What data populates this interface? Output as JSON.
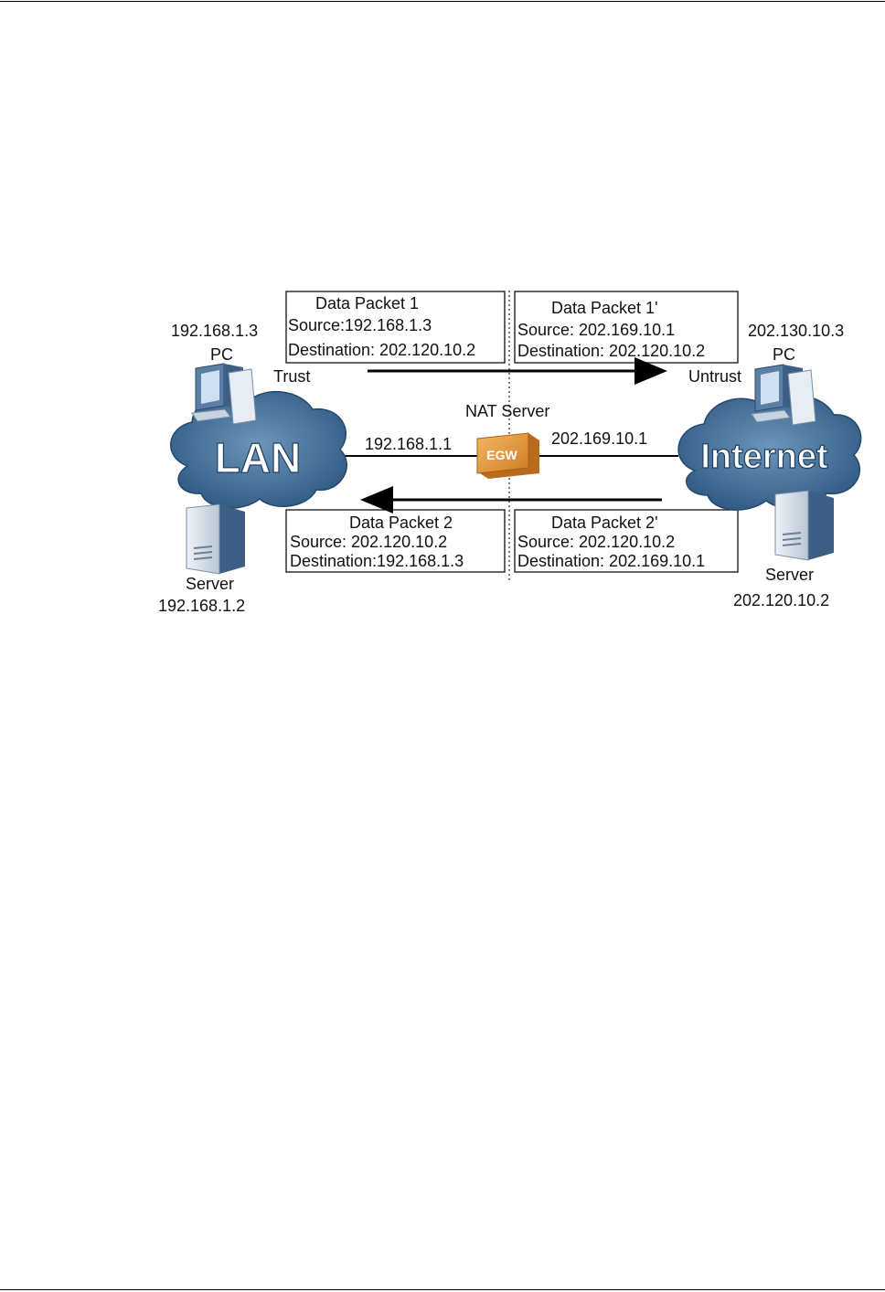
{
  "diagram": {
    "packets": {
      "p1": {
        "title": "Data Packet 1",
        "source": "Source:192.168.1.3",
        "destination": "Destination: 202.120.10.2"
      },
      "p1b": {
        "title": "Data Packet 1'",
        "source": "Source: 202.169.10.1",
        "destination": "Destination: 202.120.10.2"
      },
      "p2": {
        "title": "Data Packet 2",
        "source": "Source: 202.120.10.2",
        "destination": "Destination:192.168.1.3"
      },
      "p2b": {
        "title": "Data Packet 2'",
        "source": "Source: 202.120.10.2",
        "destination": "Destination: 202.169.10.1"
      }
    },
    "lan": {
      "cloud_label": "LAN",
      "pc_ip": "192.168.1.3",
      "pc_label": "PC",
      "server_label": "Server",
      "server_ip": "192.168.1.2",
      "zone": "Trust",
      "interface_ip": "192.168.1.1"
    },
    "internet": {
      "cloud_label": "Internet",
      "pc_ip": "202.130.10.3",
      "pc_label": "PC",
      "server_label": "Server",
      "server_ip": "202.120.10.2",
      "zone": "Untrust",
      "interface_ip": "202.169.10.1"
    },
    "gateway": {
      "title": "NAT Server",
      "device_label": "EGW"
    },
    "colors": {
      "cloud": "#3f6d96",
      "device": "#e39a3a",
      "pc": "#5b7ea5"
    }
  }
}
